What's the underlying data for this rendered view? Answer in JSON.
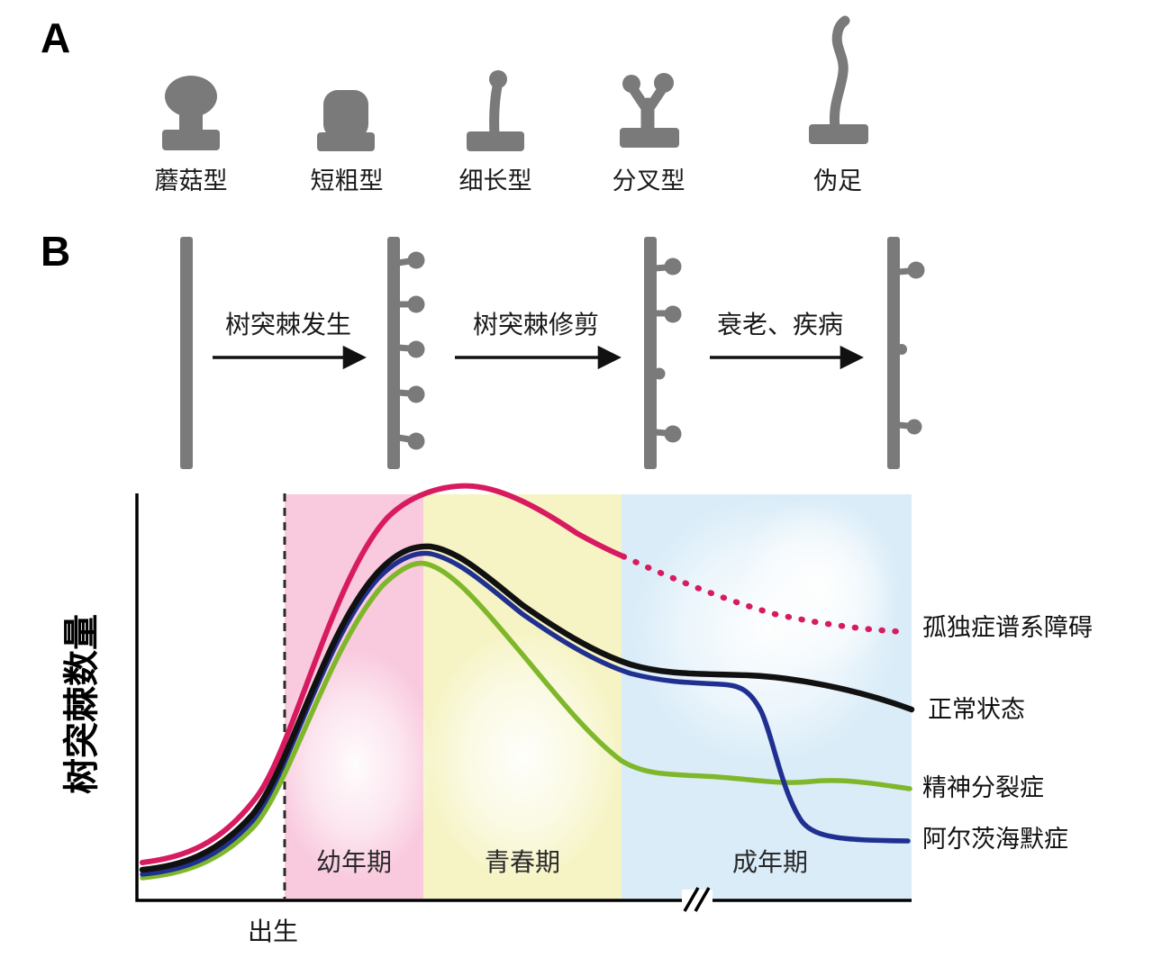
{
  "figure": {
    "panelA": {
      "letter": "A",
      "spine_types": [
        {
          "name": "mushroom",
          "label": "蘑菇型"
        },
        {
          "name": "stubby",
          "label": "短粗型"
        },
        {
          "name": "thin",
          "label": "细长型"
        },
        {
          "name": "branched",
          "label": "分叉型"
        },
        {
          "name": "filopodium",
          "label": "伪足"
        }
      ]
    },
    "panelB": {
      "letter": "B",
      "process_labels": [
        {
          "label": "树突棘发生"
        },
        {
          "label": "树突棘修剪"
        },
        {
          "label": "衰老、疾病"
        }
      ]
    },
    "chart": {
      "y_axis_label": "树突棘数量",
      "x_axis_birth_label": "出生",
      "stage_labels": [
        {
          "label": "幼年期"
        },
        {
          "label": "青春期"
        },
        {
          "label": "成年期"
        }
      ],
      "curve_labels": {
        "autism": "孤独症谱系障碍",
        "normal": "正常状态",
        "schizophrenia": "精神分裂症",
        "alzheimers": "阿尔茨海默症"
      }
    }
  },
  "colors": {
    "spine_gray": "#7a7a7a",
    "autism": "#d81b60",
    "normal": "#111111",
    "schizophrenia": "#7fb72a",
    "alzheimers": "#203090",
    "band_childhood": "#f9cade",
    "band_adolescence": "#f6f4c5",
    "band_adulthood": "#d9ecf8"
  },
  "chart_data": {
    "type": "line",
    "title": "",
    "xlabel": "",
    "ylabel": "树突棘数量",
    "x_axis_marker": {
      "label": "出生",
      "x": 19
    },
    "x_axis_break_x": 72,
    "stages": [
      {
        "label": "幼年期",
        "x_range": [
          19,
          37
        ]
      },
      {
        "label": "青春期",
        "x_range": [
          37,
          62
        ]
      },
      {
        "label": "成年期",
        "x_range": [
          62,
          100
        ]
      }
    ],
    "x": [
      0,
      10,
      19,
      28,
      37,
      43,
      50,
      56,
      62,
      70,
      77,
      85,
      92,
      100
    ],
    "ylim": [
      0,
      105
    ],
    "y_units": "relative spine number (no tick labels shown)",
    "series": [
      {
        "name": "孤独症谱系障碍",
        "color": "#d81b60",
        "line_style": "solid, dotted after x≈62",
        "values": [
          9,
          12,
          34,
          75,
          97,
          100,
          98,
          91,
          85,
          77,
          73,
          69,
          67,
          66
        ]
      },
      {
        "name": "正常状态",
        "color": "#111111",
        "line_style": "solid",
        "values": [
          7,
          11,
          30,
          75,
          87,
          85,
          73,
          64,
          59,
          56,
          55,
          55,
          51,
          47
        ]
      },
      {
        "name": "精神分裂症",
        "color": "#7fb72a",
        "line_style": "solid",
        "values": [
          6,
          8,
          27,
          68,
          83,
          75,
          61,
          44,
          35,
          31,
          30,
          29,
          29,
          27
        ]
      },
      {
        "name": "阿尔茨海默症",
        "color": "#203090",
        "line_style": "solid",
        "values": [
          6,
          10,
          29,
          73,
          85,
          83,
          70,
          62,
          56,
          53,
          53,
          21,
          15,
          15
        ]
      }
    ],
    "legend_position": "direct labels at right of curves"
  }
}
